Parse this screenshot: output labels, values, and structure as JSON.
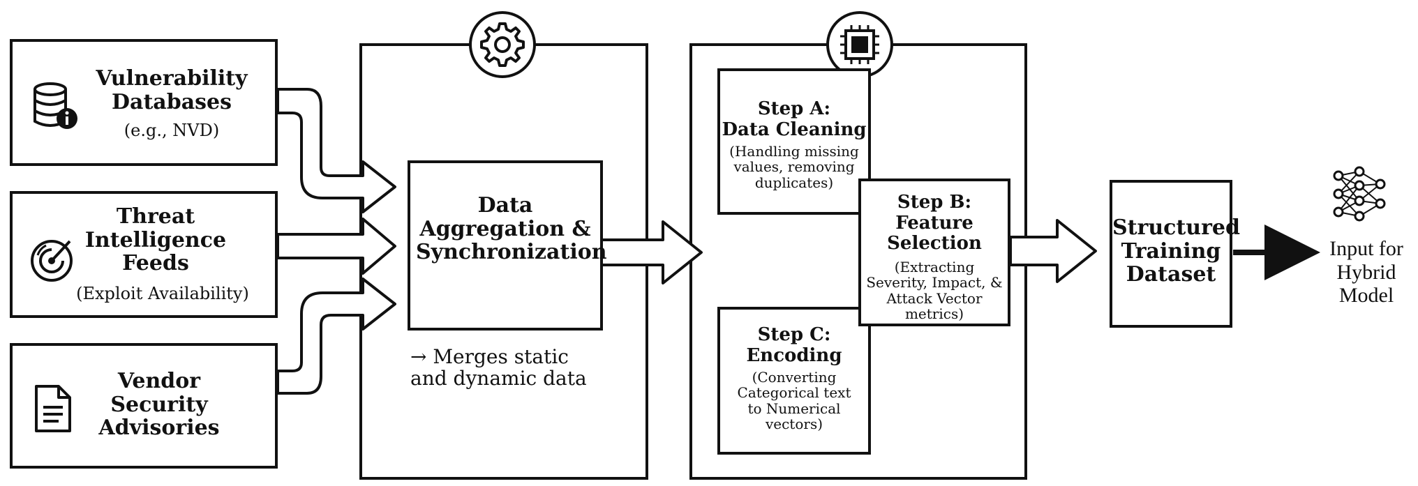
{
  "sources": [
    {
      "title": "Vulnerability Databases",
      "subtitle": "(e.g., NVD)",
      "icon": "database-info-icon"
    },
    {
      "title": "Threat Intelligence Feeds",
      "subtitle": "(Exploit Availability)",
      "icon": "radar-icon"
    },
    {
      "title": "Vendor Security Advisories",
      "subtitle": "",
      "icon": "document-icon"
    }
  ],
  "aggregation": {
    "title": "Data Aggregation & Synchronization",
    "note": "→ Merges static and dynamic data",
    "icon": "gear-icon"
  },
  "preprocessing": {
    "icon": "cpu-chip-icon",
    "steps": [
      {
        "label": "Step A:",
        "title": "Data Cleaning",
        "desc": "(Handling missing values, removing duplicates)"
      },
      {
        "label": "Step B:",
        "title": "Feature Selection",
        "desc": "(Extracting Severity, Impact, & Attack Vector metrics)"
      },
      {
        "label": "Step C:",
        "title": "Encoding",
        "desc": "(Converting Categorical text to Numerical vectors)"
      }
    ]
  },
  "output": {
    "title": "Structured Training Dataset",
    "target": "Input for Hybrid Model",
    "icon": "neural-network-icon"
  }
}
